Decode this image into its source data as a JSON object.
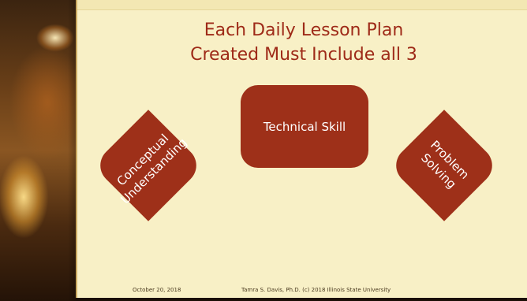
{
  "slide": {
    "title_line1": "Each Daily Lesson Plan",
    "title_line2": "Created Must Include all 3",
    "shapes": {
      "center": "Technical Skill",
      "left_line1": "Conceptual",
      "left_line2": "Understanding",
      "right_line1": "Problem",
      "right_line2": "Solving"
    },
    "footer": {
      "date": "October 20, 2018",
      "credit": "Tamra S. Davis, Ph.D.  (c) 2018   Illinois State University"
    }
  },
  "colors": {
    "background": "#f8f0c6",
    "accent": "#9e3019",
    "title": "#9e2a18"
  }
}
